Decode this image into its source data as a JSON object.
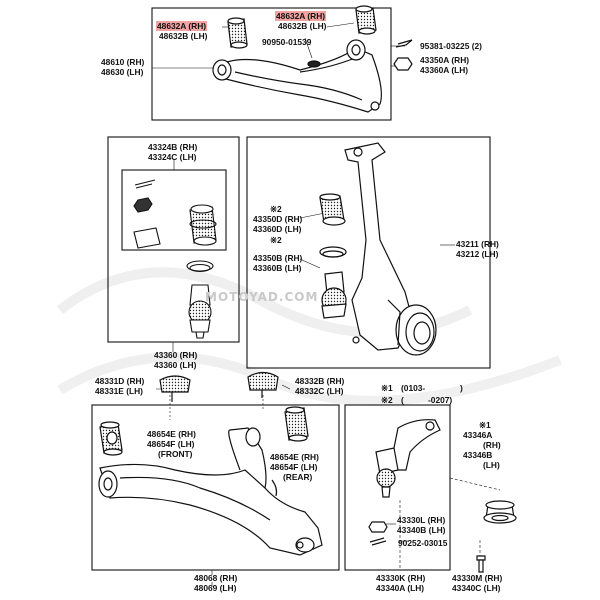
{
  "watermark": "MOTOYAD.COM",
  "upper_arm": {
    "bushing_left": [
      "48632A (RH)",
      "48632B (LH)"
    ],
    "bushing_right": [
      "48632A (RH)",
      "48632B (LH)"
    ],
    "plug": "90950-01539",
    "arm": [
      "48610 (RH)",
      "48630 (LH)"
    ],
    "cotter_pin": "95381-03225 (2)",
    "nut": [
      "43350A (RH)",
      "43360A (LH)"
    ]
  },
  "balljoint_kit": {
    "kit": [
      "43324B (RH)",
      "43324C (LH)"
    ],
    "assembly": [
      "43360 (RH)",
      "43360 (LH)"
    ]
  },
  "knuckle": {
    "note_upper": "※2",
    "upper_boot": [
      "43350D (RH)",
      "43360D (LH)"
    ],
    "note_lower": "※2",
    "lower_boot": [
      "43350B (RH)",
      "43360B (LH)"
    ],
    "knuckle": [
      "43211 (RH)",
      "43212 (LH)"
    ]
  },
  "lower_arm": {
    "bumper_left": [
      "48331D (RH)",
      "48331E (LH)"
    ],
    "bumper_right": [
      "48332B (RH)",
      "48332C (LH)"
    ],
    "front_bushing": [
      "48654E (RH)",
      "48654F (LH)",
      "(FRONT)"
    ],
    "rear_bushing": [
      "48654E (RH)",
      "48654F (LH)",
      "(REAR)"
    ],
    "arm": [
      "48068 (RH)",
      "48069 (LH)"
    ]
  },
  "lower_balljoint": {
    "note1": [
      "※1",
      "(0103-",
      ")"
    ],
    "note2": [
      "※2",
      "(",
      "-0207)"
    ],
    "boot_note": "※1",
    "boot": [
      "43346A",
      "(RH)",
      "43346B",
      "(LH)"
    ],
    "nut": [
      "43330L (RH)",
      "43340B (LH)"
    ],
    "pin": "90252-03015",
    "joint": [
      "43330K (RH)",
      "43340A (LH)"
    ],
    "bolt": [
      "43330M (RH)",
      "43340C (LH)"
    ]
  }
}
